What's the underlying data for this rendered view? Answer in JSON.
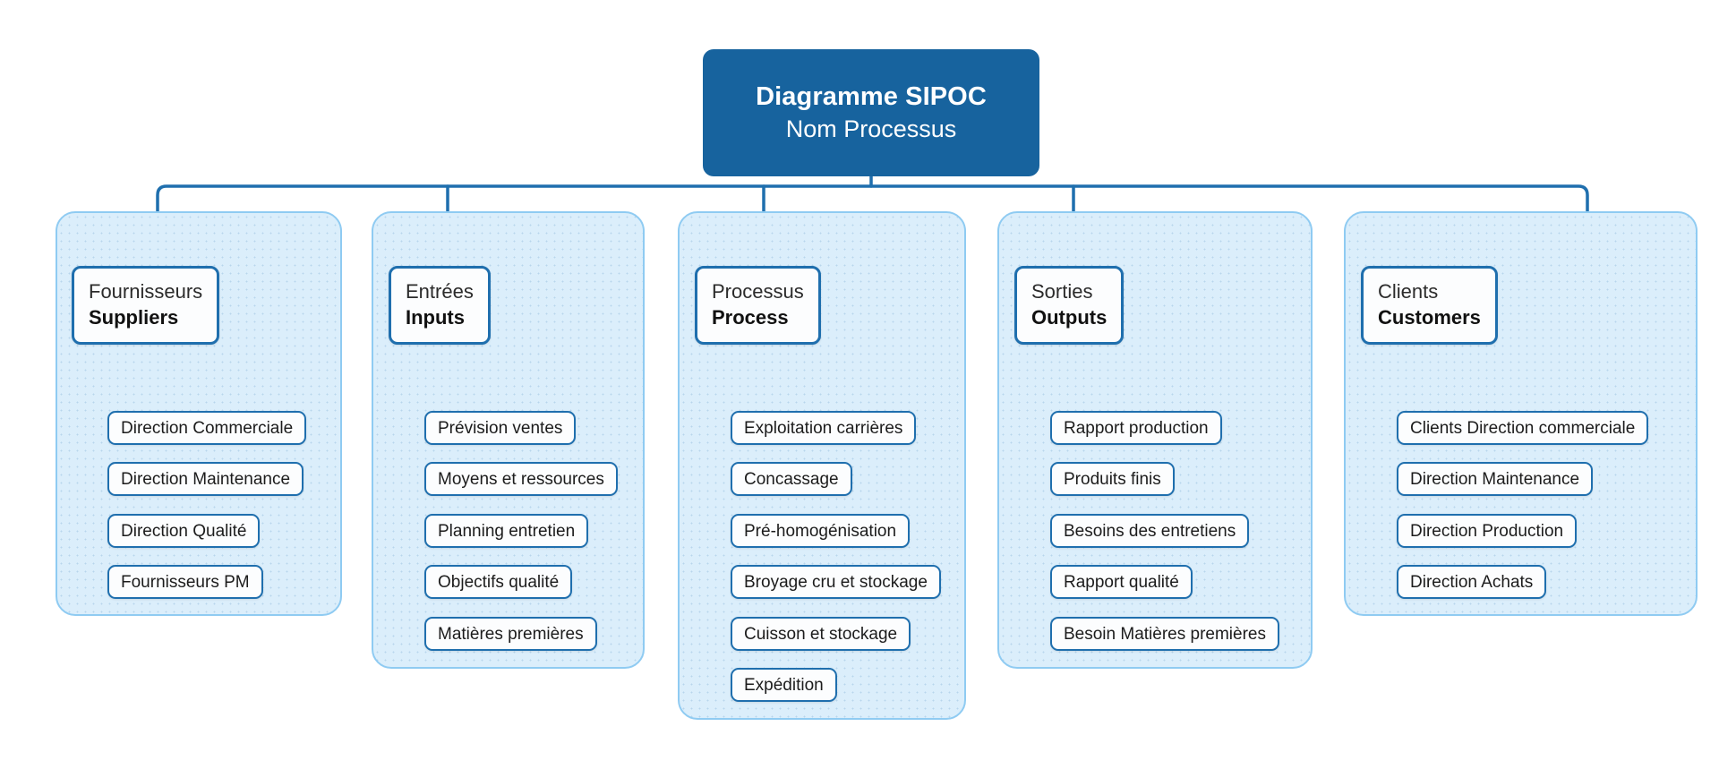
{
  "diagram": {
    "type": "sipoc",
    "title_main": "Diagramme SIPOC",
    "title_sub": "Nom Processus",
    "colors": {
      "title_background": "#17639E",
      "title_text": "#ffffff",
      "panel_background": "#DBEEFB",
      "panel_border": "#8FCBF2",
      "card_border": "#1F6FAE",
      "card_background": "#FCFDFE",
      "connector": "#1F6FAE",
      "page_background": "#ffffff"
    }
  },
  "columns": [
    {
      "key": "suppliers",
      "header_fr": "Fournisseurs",
      "header_en": "Suppliers",
      "items": [
        "Direction Commerciale",
        "Direction Maintenance",
        "Direction Qualité",
        "Fournisseurs PM"
      ]
    },
    {
      "key": "inputs",
      "header_fr": "Entrées",
      "header_en": "Inputs",
      "items": [
        "Prévision ventes",
        "Moyens et ressources",
        "Planning entretien",
        "Objectifs qualité",
        "Matières premières"
      ]
    },
    {
      "key": "process",
      "header_fr": "Processus",
      "header_en": "Process",
      "items": [
        "Exploitation carrières",
        "Concassage",
        "Pré-homogénisation",
        "Broyage cru et stockage",
        "Cuisson et stockage",
        "Expédition"
      ]
    },
    {
      "key": "outputs",
      "header_fr": "Sorties",
      "header_en": "Outputs",
      "items": [
        "Rapport production",
        "Produits finis",
        "Besoins des entretiens",
        "Rapport qualité",
        "Besoin Matières premières"
      ]
    },
    {
      "key": "customers",
      "header_fr": "Clients",
      "header_en": "Customers",
      "items": [
        "Clients Direction commerciale",
        "Direction Maintenance",
        "Direction Production",
        "Direction Achats"
      ]
    }
  ]
}
